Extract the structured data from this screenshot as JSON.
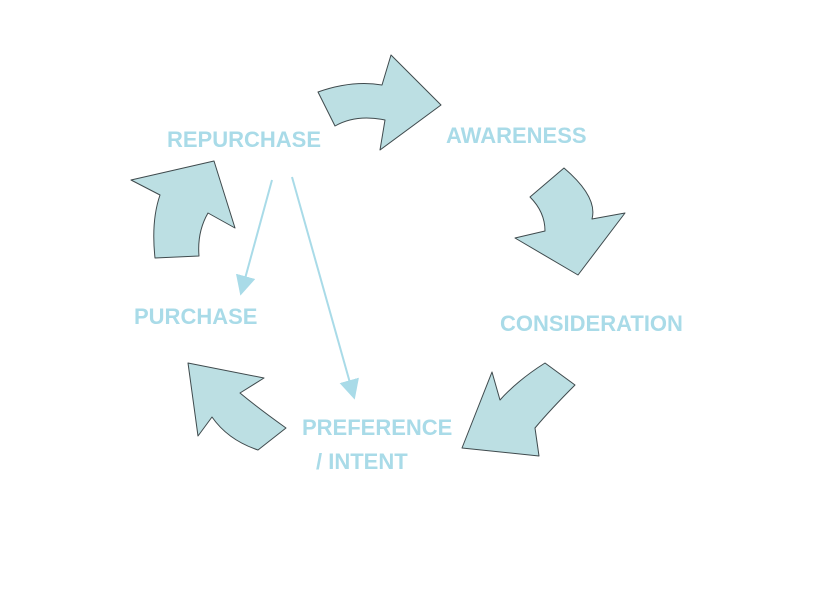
{
  "diagram": {
    "stages": {
      "awareness": "AWARENESS",
      "consideration": "CONSIDERATION",
      "preference_line1": "PREFERENCE",
      "preference_line2": "/ INTENT",
      "purchase": "PURCHASE",
      "repurchase": "REPURCHASE"
    },
    "colors": {
      "label": "#a9dbe8",
      "arrow_fill": "#bcdfe3",
      "arrow_stroke": "#3f4a4d",
      "background": "#ffffff"
    }
  }
}
